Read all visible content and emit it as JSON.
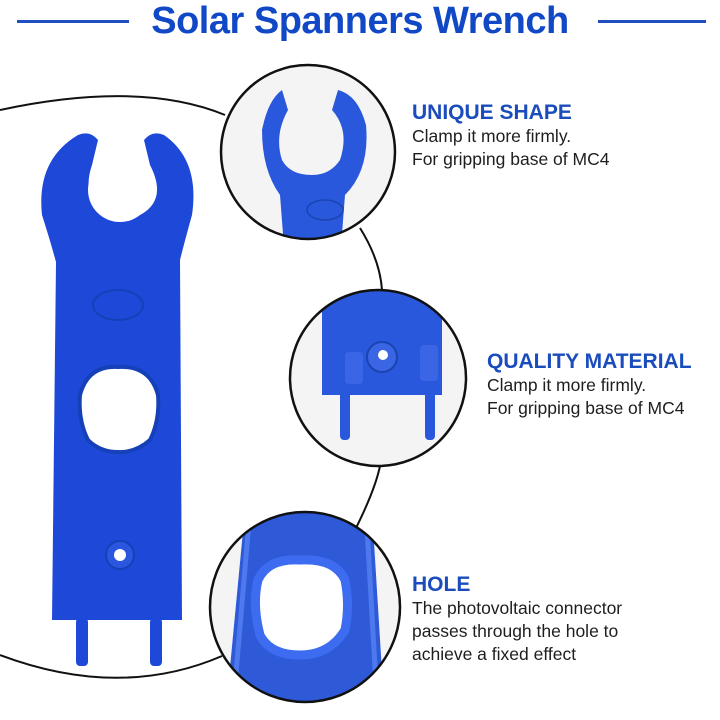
{
  "header": {
    "title": "Solar Spanners Wrench"
  },
  "features": [
    {
      "heading": "UNIQUE SHAPE",
      "lines": [
        "Clamp it more firmly.",
        "For gripping base of MC4"
      ]
    },
    {
      "heading": "QUALITY MATERIAL",
      "lines": [
        "Clamp it more firmly.",
        "For gripping base of MC4"
      ]
    },
    {
      "heading": "HOLE",
      "lines": [
        "The photovoltaic connector",
        "passes through the hole to",
        "achieve a fixed effect"
      ]
    }
  ],
  "colors": {
    "title_blue": "#1148c6",
    "heading_blue": "#1a4cbd",
    "wrench_blue": "#1e49d8",
    "body_text": "#1e1e1e"
  }
}
